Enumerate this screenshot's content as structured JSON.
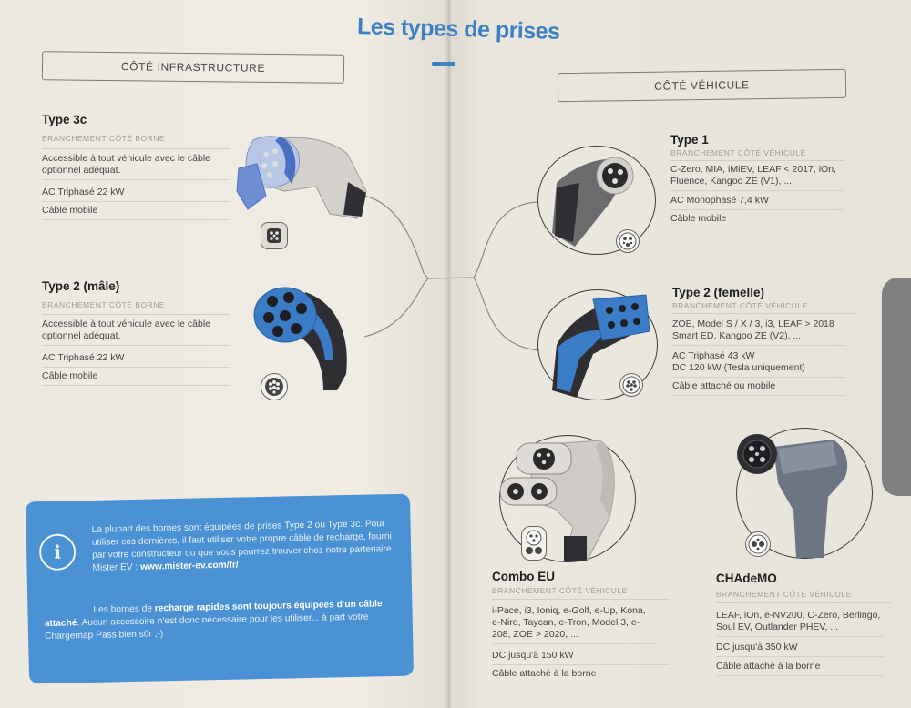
{
  "title": "Les types de prises",
  "left": {
    "header": "CÔTÉ INFRASTRUCTURE",
    "connectors": [
      {
        "name": "Type 3c",
        "subtitle": "BRANCHEMENT CÔTÉ BORNE",
        "lines": [
          "Accessible à tout véhicule avec le câble optionnel adéquat.",
          "AC Triphasé 22 kW",
          "Câble mobile"
        ]
      },
      {
        "name": "Type 2 (mâle)",
        "subtitle": "BRANCHEMENT CÔTÉ BORNE",
        "lines": [
          "Accessible à tout véhicule avec le câble optionnel adéquat.",
          "AC Triphasé 22 kW",
          "Câble mobile"
        ]
      }
    ],
    "info": {
      "icon": "info-icon",
      "p1": "La plupart des bornes sont équipées de prises Type 2 ou Type 3c. Pour utiliser ces dernières, il faut utiliser votre propre câble de recharge, fourni par votre constructeur ou que vous pourrez trouver chez notre partenaire Mister EV :",
      "p1_link": "www.mister-ev.com/fr/",
      "p2_a": "Les bornes de ",
      "p2_b": "recharge rapides sont toujours équipées d'un câble attaché",
      "p2_c": ". Aucun accessoire n'est donc nécessaire pour les utiliser... à part votre Chargemap Pass bien sûr ;-)"
    }
  },
  "right": {
    "header": "CÔTÉ VÉHICULE",
    "connectors": [
      {
        "name": "Type 1",
        "subtitle": "BRANCHEMENT CÔTÉ VÉHICULE",
        "lines": [
          "C-Zero, MIA, iMiEV, LEAF < 2017, iOn, Fluence, Kangoo ZE (V1), ...",
          "AC Monophasé 7,4 kW",
          "Câble mobile"
        ]
      },
      {
        "name": "Type 2 (femelle)",
        "subtitle": "BRANCHEMENT CÔTÉ VÉHICULE",
        "lines": [
          "ZOE, Model S / X / 3, i3, LEAF > 2018 Smart ED, Kangoo ZE (V2), ...",
          "AC Triphasé 43 kW\nDC 120 kW (Tesla uniquement)",
          "Câble attaché ou mobile"
        ]
      },
      {
        "name": "Combo EU",
        "subtitle": "BRANCHEMENT CÔTÉ VÉHICULE",
        "lines": [
          "i-Pace, i3, Ioniq, e-Golf, e-Up, Kona, e-Niro, Taycan, e-Tron, Model 3, e-208, ZOE > 2020, ...",
          "DC jusqu'à 150 kW",
          "Câble attaché à la borne"
        ]
      },
      {
        "name": "CHAdeMO",
        "subtitle": "BRANCHEMENT CÔTÉ VÉHICULE",
        "lines": [
          "LEAF, iOn, e-NV200, C-Zero, Berlingo, Soul EV, Outlander PHEV, ...",
          "DC jusqu'à 350 kW",
          "Câble attaché à la borne"
        ]
      }
    ]
  },
  "colors": {
    "accent": "#3d80c4",
    "info_bg": "#4a92d4",
    "plug_blue": "#3b7cc6",
    "plug_dark": "#2f2f33",
    "plug_grey": "#cfcbc6"
  }
}
